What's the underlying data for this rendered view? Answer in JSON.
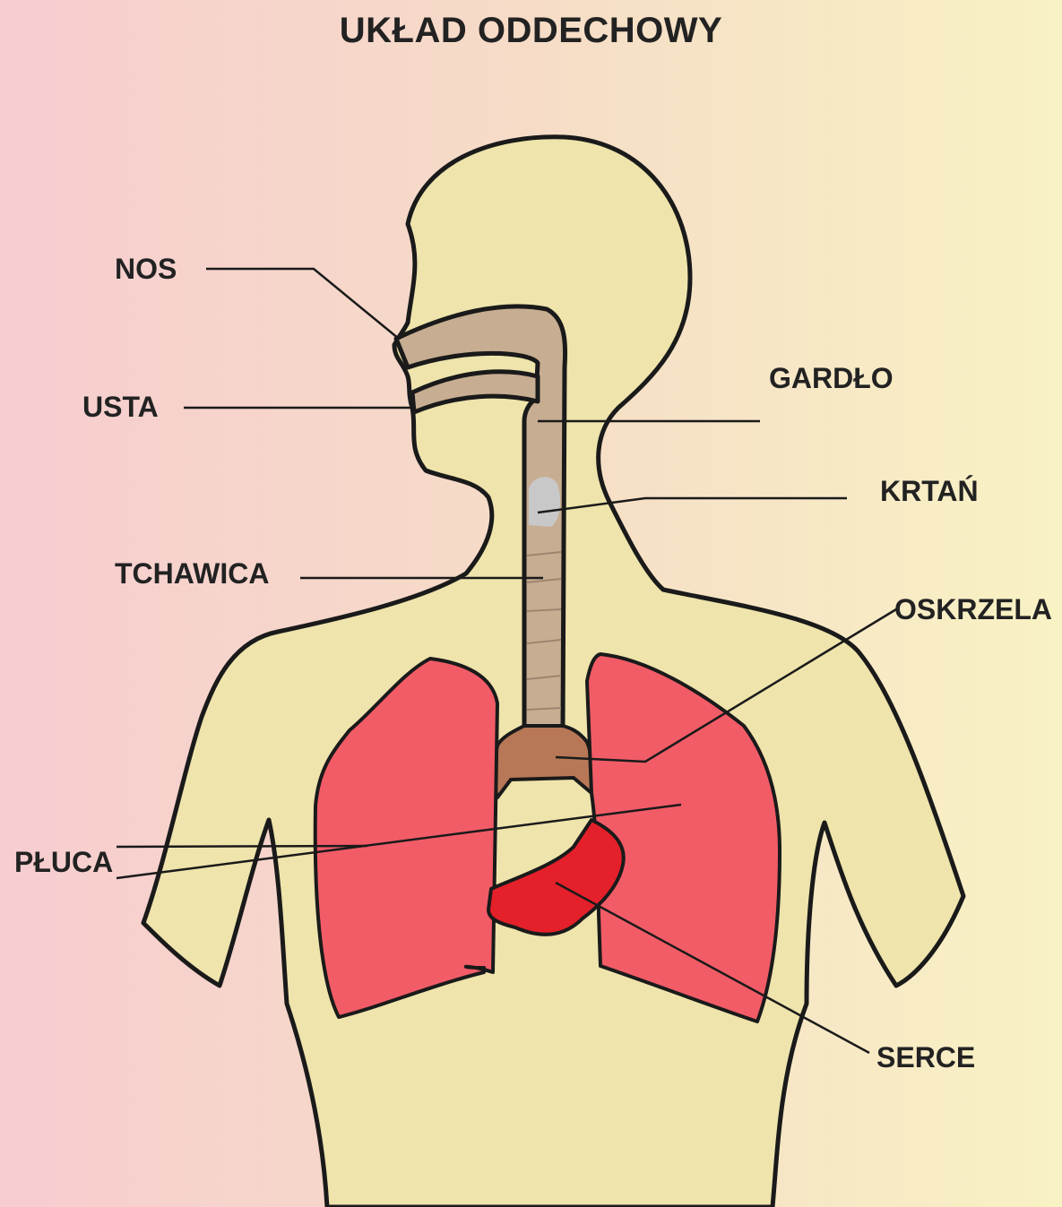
{
  "title": "UKŁAD ODDECHOWY",
  "labels": {
    "nos": "NOS",
    "usta": "USTA",
    "tchawica": "TCHAWICA",
    "pluca": "PŁUCA",
    "gardlo": "GARDŁO",
    "krtan": "KRTAŃ",
    "oskrzela": "OSKRZELA",
    "serce": "SERCE"
  },
  "colors": {
    "skin": "#eee4ac",
    "airway": "#c7ad91",
    "bronchi": "#b87857",
    "larynx": "#c8c8c8",
    "lungs": "#f25c67",
    "heart": "#e4202b",
    "outline": "#1a1a1a"
  }
}
